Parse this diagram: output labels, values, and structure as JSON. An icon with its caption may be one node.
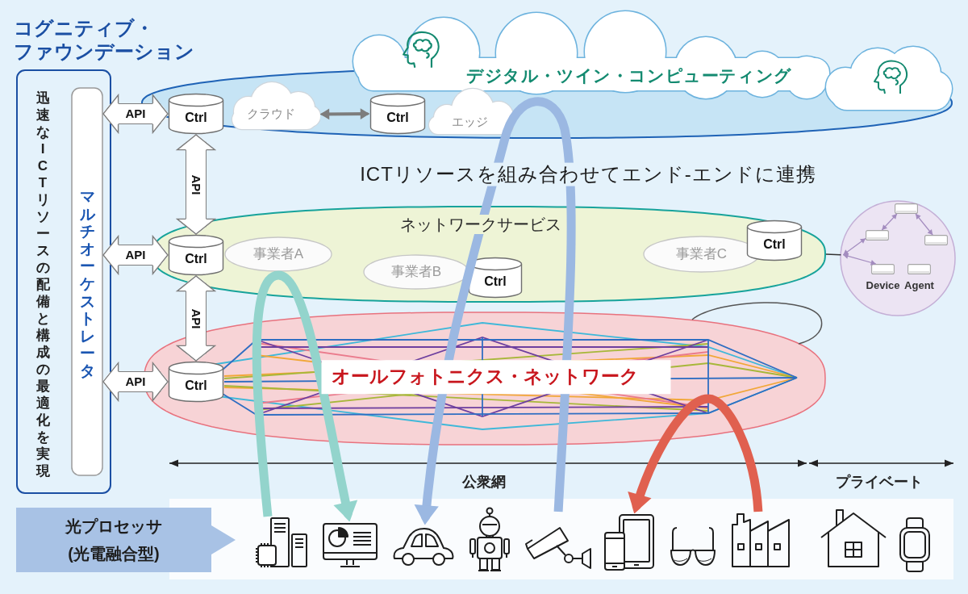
{
  "diagram": {
    "nodes": [
      {
        "text": [
          "コグニティブ・ファウンデーション",
          "迅速なICTリソースの配備と構成の最適化を実現"
        ]
      },
      {
        "text": [
          "マルチオーケストレータ"
        ],
        "in": 0
      },
      {
        "text": [
          "デジタル・ツイン・コンピューティング"
        ]
      },
      {
        "text": [
          "Ctrl"
        ],
        "in": 2
      },
      {
        "text": [
          "クラウド"
        ],
        "in": 2
      },
      {
        "text": [
          "Ctrl"
        ],
        "in": 2
      },
      {
        "text": [
          "エッジ"
        ],
        "in": 2
      },
      {
        "text": [
          "ネットワークサービス"
        ]
      },
      {
        "text": [
          "Ctrl"
        ],
        "in": 7
      },
      {
        "text": [
          "事業者A"
        ],
        "in": 7
      },
      {
        "text": [
          "事業者B"
        ],
        "in": 7
      },
      {
        "text": [
          "Ctrl"
        ],
        "in": 7
      },
      {
        "text": [
          "事業者C"
        ],
        "in": 7
      },
      {
        "text": [
          "Ctrl"
        ],
        "in": 7
      },
      {
        "text": [],
        "shape": "circle"
      },
      {
        "text": [],
        "shape": "box",
        "in": 14
      },
      {
        "text": [],
        "shape": "box",
        "in": 14
      },
      {
        "text": [],
        "shape": "box",
        "in": 14
      },
      {
        "text": [],
        "shape": "box",
        "in": 14,
        "beside": [
          "Device"
        ]
      },
      {
        "text": [],
        "shape": "box",
        "in": 14,
        "beside": [
          "Agent"
        ]
      },
      {
        "text": [
          "オールフォトニクス・ネットワーク"
        ]
      },
      {
        "text": [
          "Ctrl"
        ],
        "in": 20
      },
      {
        "text": [
          "光プロセッサ(光電融合型)"
        ]
      },
      {
        "text": [],
        "shape": "picture"
      },
      {
        "text": [],
        "shape": "picture"
      },
      {
        "text": [],
        "shape": "picture"
      },
      {
        "text": [],
        "shape": "picture"
      },
      {
        "text": [],
        "shape": "picture"
      },
      {
        "text": [],
        "shape": "picture"
      },
      {
        "text": [],
        "shape": "picture"
      },
      {
        "text": [],
        "shape": "picture"
      },
      {
        "text": [],
        "shape": "picture"
      },
      {
        "text": [],
        "shape": "picture"
      }
    ],
    "edges": [
      {
        "from": 1,
        "to": 3,
        "arrow": "both",
        "label": "API",
        "style": "thick"
      },
      {
        "from": 3,
        "to": 8,
        "arrow": "both",
        "label": "API",
        "style": "thick"
      },
      {
        "from": 1,
        "to": 8,
        "arrow": "both",
        "label": "API",
        "style": "thick"
      },
      {
        "from": 8,
        "to": 21,
        "arrow": "both",
        "label": "API",
        "style": "thick"
      },
      {
        "from": 1,
        "to": 21,
        "arrow": "both",
        "label": "API",
        "style": "thick"
      },
      {
        "from": 4,
        "to": 5,
        "arrow": "both",
        "style": "thick"
      },
      {
        "from": 7,
        "to": 14,
        "arrow": "none",
        "color": "#333333"
      },
      {
        "from": 15,
        "to": 16,
        "arrow": "both",
        "color": "#a38cbf"
      },
      {
        "from": 15,
        "to": 17,
        "arrow": "both",
        "color": "#a38cbf"
      },
      {
        "from": 14,
        "to": 16,
        "arrow": "both",
        "color": "#a38cbf"
      },
      {
        "from": 14,
        "to": 18,
        "arrow": "both",
        "color": "#a38cbf"
      },
      {
        "from": 23,
        "to": 24,
        "arrow": "to",
        "style": "thick",
        "color": "#93d4cc"
      },
      {
        "from": 27,
        "to": 25,
        "arrow": "to",
        "style": "thick",
        "color": "#9bb8e2"
      },
      {
        "from": 30,
        "to": 28,
        "arrow": "to",
        "style": "thick",
        "color": "#e0604f"
      }
    ],
    "labels": [
      "ICTリソースを組み合わせてエンド-エンドに連携",
      "公衆網",
      "プライベート"
    ]
  }
}
